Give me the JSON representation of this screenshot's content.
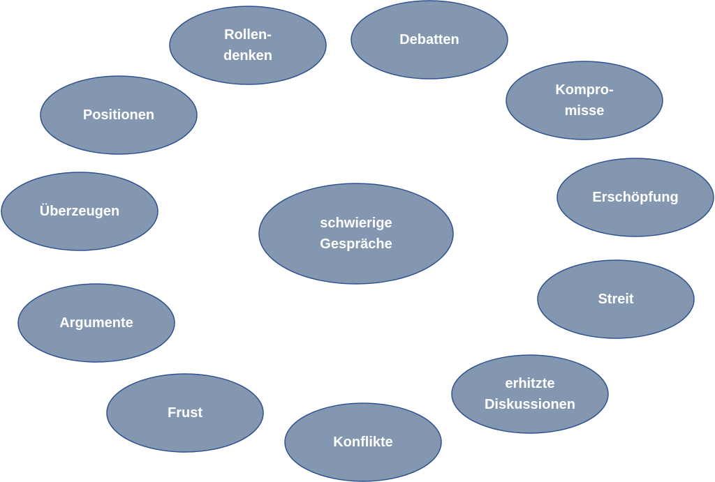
{
  "diagram": {
    "center": {
      "lines": [
        "schwierige",
        "Gespräche"
      ]
    },
    "nodes": [
      {
        "id": "rollendenken",
        "lines": [
          "Rollen-",
          "denken"
        ]
      },
      {
        "id": "debatten",
        "lines": [
          "Debatten"
        ]
      },
      {
        "id": "kompromisse",
        "lines": [
          "Kompro-",
          "misse"
        ]
      },
      {
        "id": "positionen",
        "lines": [
          "Positionen"
        ]
      },
      {
        "id": "erschoepfung",
        "lines": [
          "Erschöpfung"
        ]
      },
      {
        "id": "ueberzeugen",
        "lines": [
          "Überzeugen"
        ]
      },
      {
        "id": "streit",
        "lines": [
          "Streit"
        ]
      },
      {
        "id": "argumente",
        "lines": [
          "Argumente"
        ]
      },
      {
        "id": "erhitzte-diskussionen",
        "lines": [
          "erhitzte",
          "Diskussionen"
        ]
      },
      {
        "id": "frust",
        "lines": [
          "Frust"
        ]
      },
      {
        "id": "konflikte",
        "lines": [
          "Konflikte"
        ]
      }
    ],
    "colors": {
      "fill": "#8497b0",
      "stroke": "#2f528f",
      "text": "#ffffff",
      "background": "#ffffff"
    }
  }
}
